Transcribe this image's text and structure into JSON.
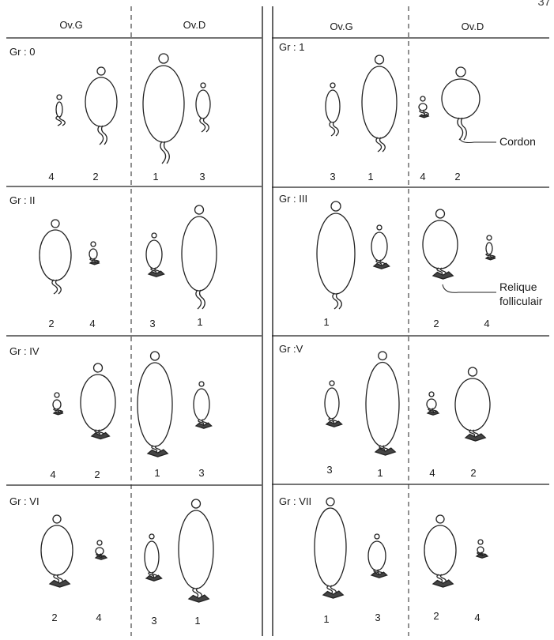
{
  "page_number": "37",
  "headers": {
    "left_g": "Ov.G",
    "left_d": "Ov.D",
    "right_g": "Ov.G",
    "right_d": "Ov.D"
  },
  "groups": [
    {
      "label": "Gr : 0",
      "ranks": [
        "4",
        "2",
        "1",
        "3"
      ]
    },
    {
      "label": "Gr : 1",
      "ranks": [
        "3",
        "1",
        "4",
        "2"
      ]
    },
    {
      "label": "Gr : II",
      "ranks": [
        "2",
        "4",
        "3",
        "1"
      ]
    },
    {
      "label": "Gr : III",
      "ranks": [
        "1",
        "2",
        "4"
      ]
    },
    {
      "label": "Gr : IV",
      "ranks": [
        "4",
        "2",
        "1",
        "3"
      ]
    },
    {
      "label": "Gr :V",
      "ranks": [
        "3",
        "1",
        "4",
        "2"
      ]
    },
    {
      "label": "Gr : VI",
      "ranks": [
        "2",
        "4",
        "3",
        "1"
      ]
    },
    {
      "label": "Gr : VII",
      "ranks": [
        "1",
        "3",
        "2",
        "4"
      ]
    }
  ],
  "annotations": {
    "cordon": "Cordon",
    "relique_1": "Relique",
    "relique_2": "folliculair"
  }
}
